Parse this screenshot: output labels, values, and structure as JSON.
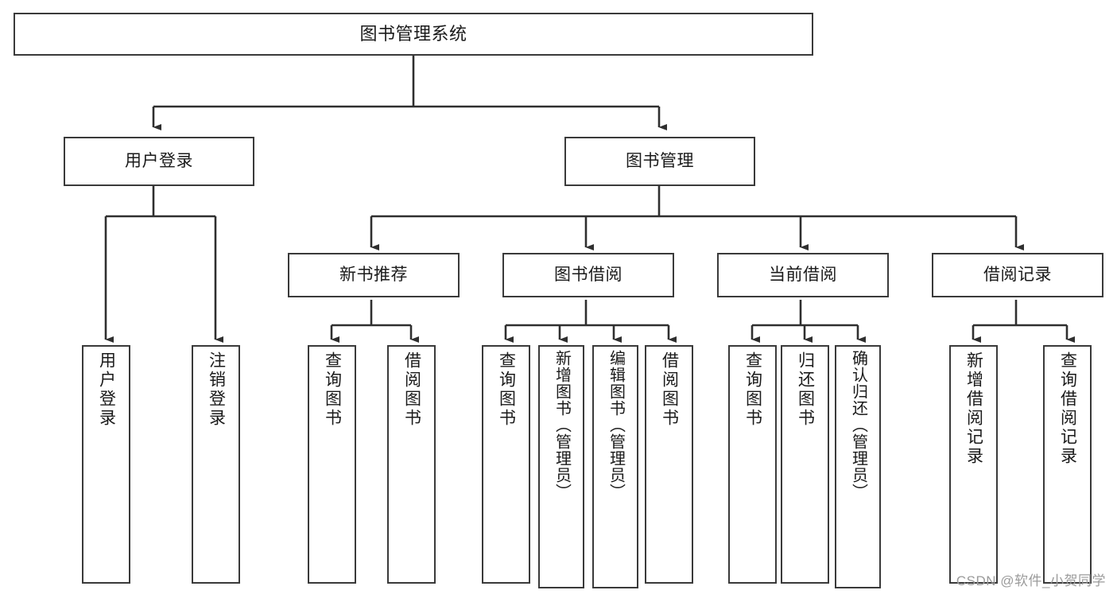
{
  "diagram": {
    "title": "图书管理系统",
    "type": "tree",
    "watermark": "CSDN @软件_小贺同学",
    "colors": {
      "stroke": "#3a3a3a",
      "fill": "#ffffff",
      "text": "#1a1a1a",
      "watermark": "#9b9b9b"
    },
    "nodes": {
      "root": {
        "label": "图书管理系统"
      },
      "level2": [
        {
          "label": "用户登录"
        },
        {
          "label": "图书管理"
        }
      ],
      "level3": [
        {
          "label": "新书推荐"
        },
        {
          "label": "图书借阅"
        },
        {
          "label": "当前借阅"
        },
        {
          "label": "借阅记录"
        }
      ],
      "leaves": {
        "user_login": [
          {
            "label": "用户登录"
          },
          {
            "label": "注销登录"
          }
        ],
        "new_book": [
          {
            "label": "查询图书"
          },
          {
            "label": "借阅图书"
          }
        ],
        "book_borrow": [
          {
            "label": "查询图书"
          },
          {
            "label": "新增图书（管理员）"
          },
          {
            "label": "编辑图书（管理员）"
          },
          {
            "label": "借阅图书"
          }
        ],
        "current_borrow": [
          {
            "label": "查询图书"
          },
          {
            "label": "归还图书"
          },
          {
            "label": "确认归还（管理员）"
          }
        ],
        "borrow_record": [
          {
            "label": "新增借阅记录"
          },
          {
            "label": "查询借阅记录"
          }
        ]
      }
    }
  }
}
